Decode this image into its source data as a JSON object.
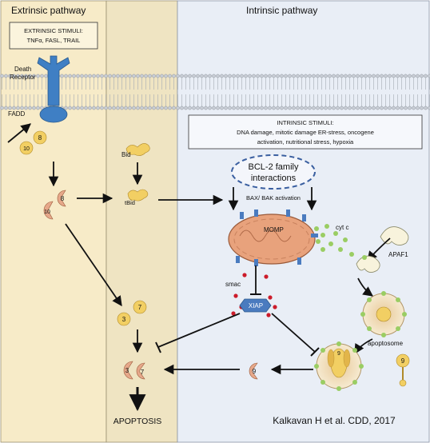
{
  "panels": {
    "extrinsic_title": "Extrinsic pathway",
    "intrinsic_title": "Intrinsic pathway"
  },
  "extrinsic_stimuli": {
    "heading": "EXTRINSIC STIMULI:",
    "items": "TNFα, FASL, TRAIL"
  },
  "receptor": {
    "label_line1": "Death",
    "label_line2": "Receptor",
    "adaptor": "FADD"
  },
  "intrinsic_stimuli": {
    "heading": "INTRINSIC STIMULI:",
    "line1": "DNA damage, mitotic damage ER-stress, oncogene",
    "line2": "activation, nutritional stress, hypoxia"
  },
  "bcl2": {
    "line1": "BCL-2 family",
    "line2": "interactions",
    "activation": "BAX/ BAK activation"
  },
  "labels": {
    "bid": "Bid",
    "tbid": "tBid",
    "momp": "MOMP",
    "cytc": "cyt c",
    "apaf1": "APAF1",
    "smac": "smac",
    "xiap": "XIAP",
    "apoptosome": "apoptosome",
    "apoptosis": "APOPTOSIS"
  },
  "caspases": {
    "c8": "8",
    "c10": "10",
    "c3": "3",
    "c7": "7",
    "c9": "9"
  },
  "citation": "Kalkavan H et al. CDD, 2017",
  "colors": {
    "extrinsic_bg": "#f7ebc8",
    "middle_bg": "#efe4c2",
    "intrinsic_bg": "#e9eef6",
    "receptor": "#3f7fc4",
    "caspase_active": "#e6a88a",
    "caspase_inactive": "#f2cf63",
    "mitochondrion": "#e8a27c",
    "cytc": "#9acd63",
    "smac": "#cc1b2a",
    "xiap": "#4a7bbf",
    "bcl2_oval": "#3a5fa0"
  }
}
